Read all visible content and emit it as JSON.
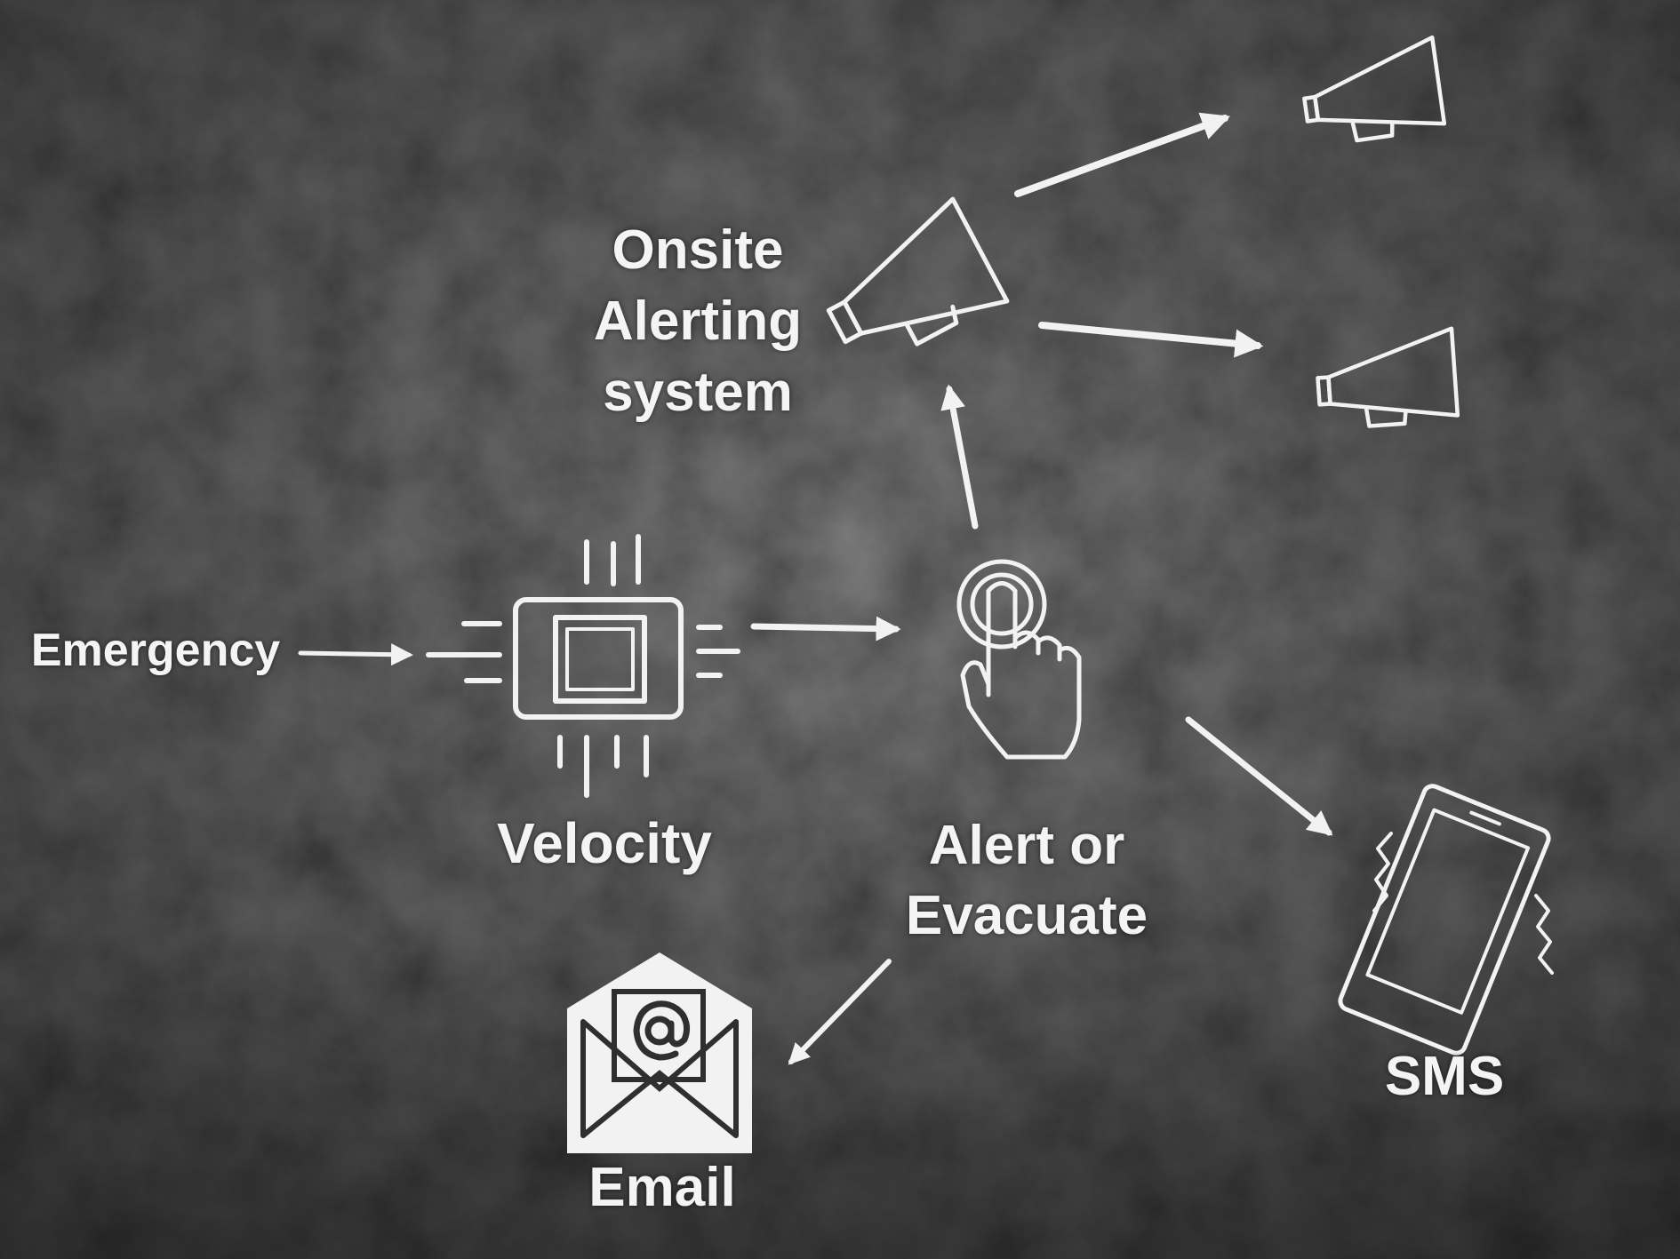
{
  "diagram": {
    "colors": {
      "background": "#2e2e2e",
      "foreground": "#f2f2f2"
    },
    "nodes": {
      "emergency": {
        "label": "Emergency"
      },
      "velocity": {
        "label": "Velocity",
        "icon": "processor-chip-icon"
      },
      "onsite": {
        "line1": "Onsite",
        "line2": "Alerting",
        "line3": "system",
        "icon": "megaphone-icon"
      },
      "alert": {
        "line1": "Alert or",
        "line2": "Evacuate",
        "icon": "touch-button-icon"
      },
      "email": {
        "label": "Email",
        "icon": "email-envelope-icon"
      },
      "sms": {
        "label": "SMS",
        "icon": "vibrating-phone-icon"
      }
    },
    "edges": [
      {
        "from": "Emergency",
        "to": "Velocity"
      },
      {
        "from": "Velocity",
        "to": "Alert or Evacuate"
      },
      {
        "from": "Alert or Evacuate",
        "to": "Onsite Alerting system"
      },
      {
        "from": "Alert or Evacuate",
        "to": "SMS"
      },
      {
        "from": "Alert or Evacuate",
        "to": "Email"
      },
      {
        "from": "Onsite Alerting system",
        "to": "Onsite speaker 1"
      },
      {
        "from": "Onsite Alerting system",
        "to": "Onsite speaker 2"
      }
    ]
  }
}
